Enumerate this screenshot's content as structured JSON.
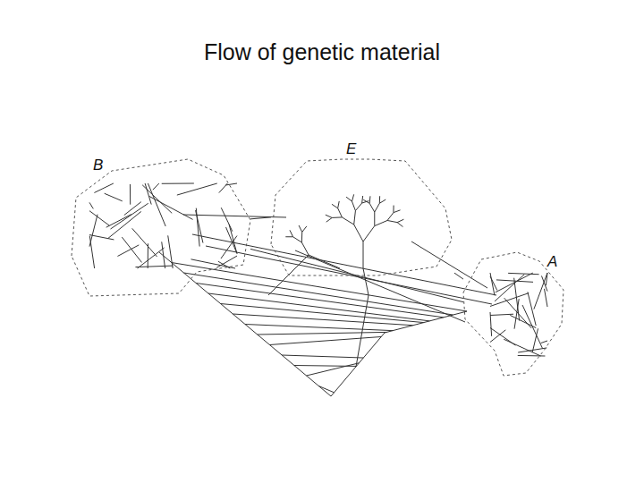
{
  "diagram": {
    "title": "Flow of genetic material",
    "nodes": [
      {
        "text": [
          "B"
        ]
      },
      {
        "text": [
          "E"
        ]
      },
      {
        "text": [
          "A"
        ]
      }
    ],
    "edges": [
      {
        "from": 0,
        "to": 1,
        "arrow": "none"
      },
      {
        "from": 1,
        "to": 2,
        "arrow": "none"
      },
      {
        "from": 0,
        "to": 2,
        "arrow": "none"
      }
    ]
  }
}
